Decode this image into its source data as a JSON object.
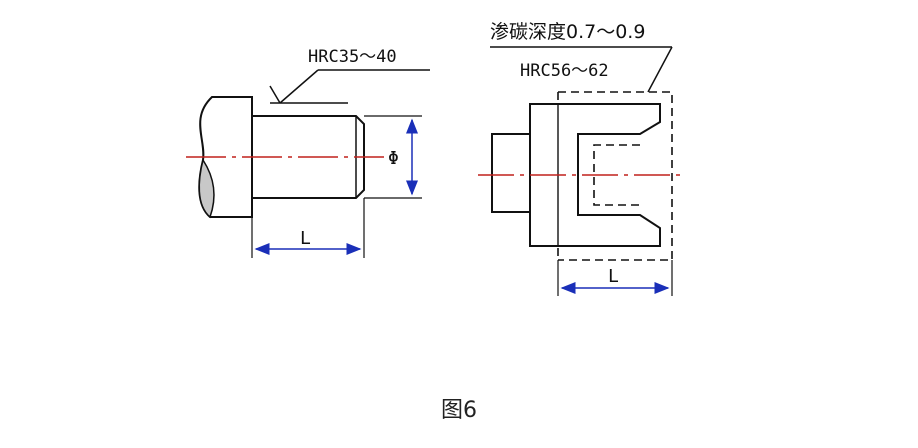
{
  "figure": {
    "caption": "图6",
    "left_part": {
      "hardness_label": "HRC35～40",
      "dimension_label": "L",
      "diameter_symbol": "Φ"
    },
    "right_part": {
      "carburize_label": "渗碳深度0.7～0.9",
      "hardness_label": "HRC56～62",
      "dimension_label": "L"
    }
  },
  "colors": {
    "outline": "#111111",
    "centerline": "#c0201c",
    "dimension": "#1a2fb8",
    "shade": "#c8c8c8"
  }
}
